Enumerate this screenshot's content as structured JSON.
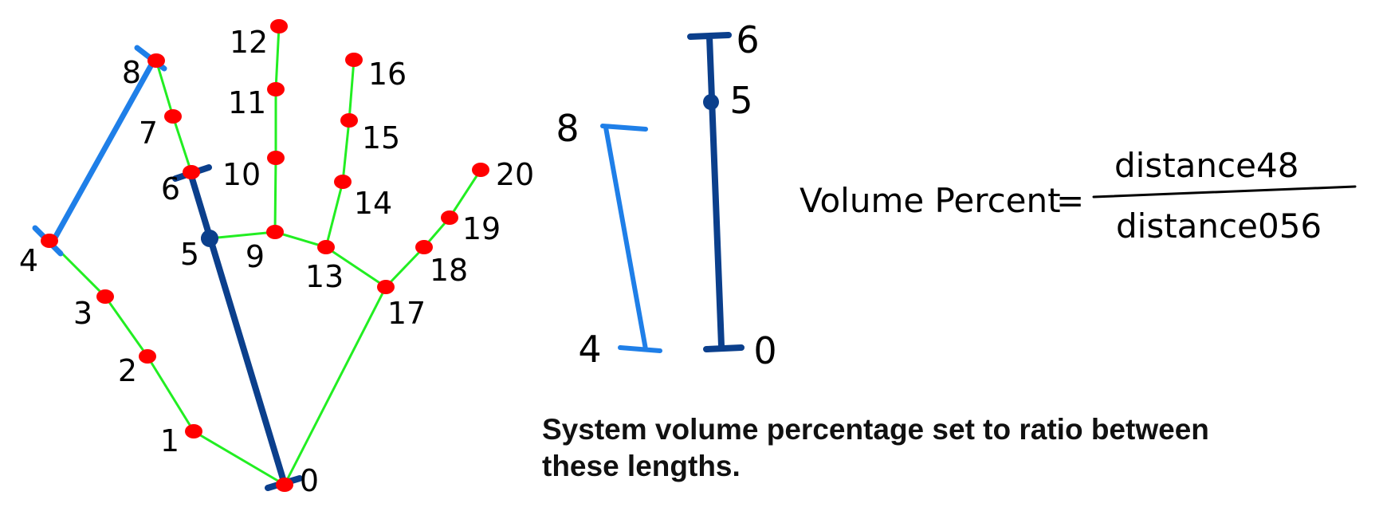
{
  "colors": {
    "bone": "#22ee22",
    "joint": "#ff0000",
    "light_blue": "#1f7fe8",
    "dark_blue": "#0b3f8c",
    "text": "#000000"
  },
  "landmarks": [
    {
      "id": 0,
      "label": "0"
    },
    {
      "id": 1,
      "label": "1"
    },
    {
      "id": 2,
      "label": "2"
    },
    {
      "id": 3,
      "label": "3"
    },
    {
      "id": 4,
      "label": "4"
    },
    {
      "id": 5,
      "label": "5"
    },
    {
      "id": 6,
      "label": "6"
    },
    {
      "id": 7,
      "label": "7"
    },
    {
      "id": 8,
      "label": "8"
    },
    {
      "id": 9,
      "label": "9"
    },
    {
      "id": 10,
      "label": "10"
    },
    {
      "id": 11,
      "label": "11"
    },
    {
      "id": 12,
      "label": "12"
    },
    {
      "id": 13,
      "label": "13"
    },
    {
      "id": 14,
      "label": "14"
    },
    {
      "id": 15,
      "label": "15"
    },
    {
      "id": 16,
      "label": "16"
    },
    {
      "id": 17,
      "label": "17"
    },
    {
      "id": 18,
      "label": "18"
    },
    {
      "id": 19,
      "label": "19"
    },
    {
      "id": 20,
      "label": "20"
    }
  ],
  "segments": {
    "light_label_top": "8",
    "light_label_bottom": "4",
    "dark_label_top": "6",
    "dark_label_mid": "5",
    "dark_label_bottom": "0"
  },
  "formula": {
    "lhs": "Volume Percent",
    "equals": "=",
    "numerator": "distance48",
    "denominator": "distance056"
  },
  "caption": {
    "line1": "System volume percentage set to ratio between",
    "line2": "these lengths."
  }
}
